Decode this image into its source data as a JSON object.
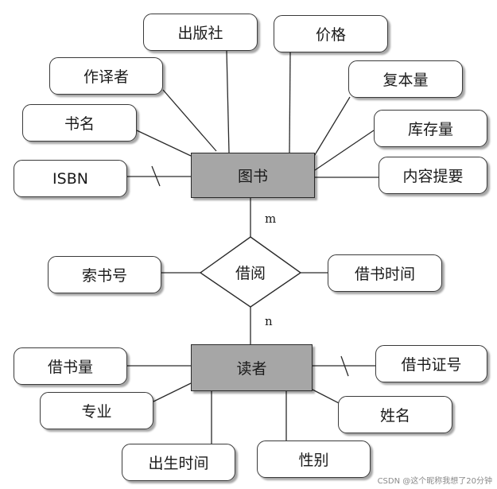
{
  "diagram": {
    "type": "er-diagram",
    "entities": {
      "book": "图书",
      "reader": "读者"
    },
    "relationship": {
      "label": "借阅",
      "cardinality_book": "m",
      "cardinality_reader": "n"
    },
    "book_attributes": {
      "publisher": "出版社",
      "price": "价格",
      "translator_author": "作译者",
      "copies": "复本量",
      "title": "书名",
      "stock": "库存量",
      "isbn": "ISBN",
      "summary": "内容提要"
    },
    "relationship_attributes": {
      "call_number": "索书号",
      "borrow_time": "借书时间"
    },
    "reader_attributes": {
      "borrow_count": "借书量",
      "library_card": "借书证号",
      "major": "专业",
      "name": "姓名",
      "birth_date": "出生时间",
      "gender": "性别"
    },
    "keys": [
      "isbn",
      "library_card"
    ]
  },
  "watermark": "CSDN @这个昵称我想了20分钟"
}
